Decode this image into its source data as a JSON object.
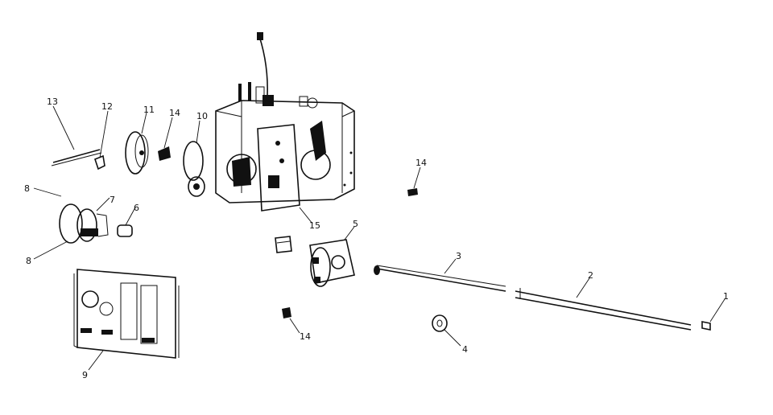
{
  "callouts": [
    {
      "id": "c13",
      "label": "13"
    },
    {
      "id": "c12",
      "label": "12"
    },
    {
      "id": "c11",
      "label": "11"
    },
    {
      "id": "c14a",
      "label": "14"
    },
    {
      "id": "c10",
      "label": "10"
    },
    {
      "id": "c8a",
      "label": "8"
    },
    {
      "id": "c7",
      "label": "7"
    },
    {
      "id": "c6",
      "label": "6"
    },
    {
      "id": "c8b",
      "label": "8"
    },
    {
      "id": "c9",
      "label": "9"
    },
    {
      "id": "c15",
      "label": "15"
    },
    {
      "id": "c14b",
      "label": "14"
    },
    {
      "id": "c5",
      "label": "5"
    },
    {
      "id": "c3",
      "label": "3"
    },
    {
      "id": "c2",
      "label": "2"
    },
    {
      "id": "c1",
      "label": "1"
    },
    {
      "id": "c4",
      "label": "4"
    },
    {
      "id": "c14c",
      "label": "14"
    }
  ]
}
